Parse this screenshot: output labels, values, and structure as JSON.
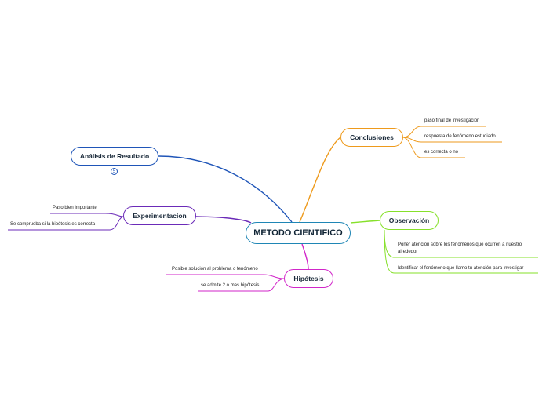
{
  "central": {
    "label": "METODO CIENTIFICO"
  },
  "analisis": {
    "label": "Análisis de Resultado",
    "collapsed_count": "5",
    "color": "#1f55b8"
  },
  "experimentacion": {
    "label": "Experimentacion",
    "color": "#6b2bb8",
    "children": [
      "Paso bien importante",
      "Se comprueba si la hipótesis es correcta"
    ]
  },
  "hipotesis": {
    "label": "Hipótesis",
    "color": "#d126c9",
    "children": [
      "Posible solución al problema o fenómeno",
      "se admite 2 o mas hipótesis"
    ]
  },
  "conclusiones": {
    "label": "Conclusiones",
    "color": "#ee9a1c",
    "children": [
      "paso final de investigacion",
      "respuesta de fenómeno estudiado",
      "es correcta o no"
    ]
  },
  "observacion": {
    "label": "Observación",
    "color": "#86e02a",
    "children": [
      "Poner atencion sobre los fenomenos que ocurren a nuestro alrededor",
      "Identificar el fenómeno que llamo tu atención para investigar"
    ]
  }
}
